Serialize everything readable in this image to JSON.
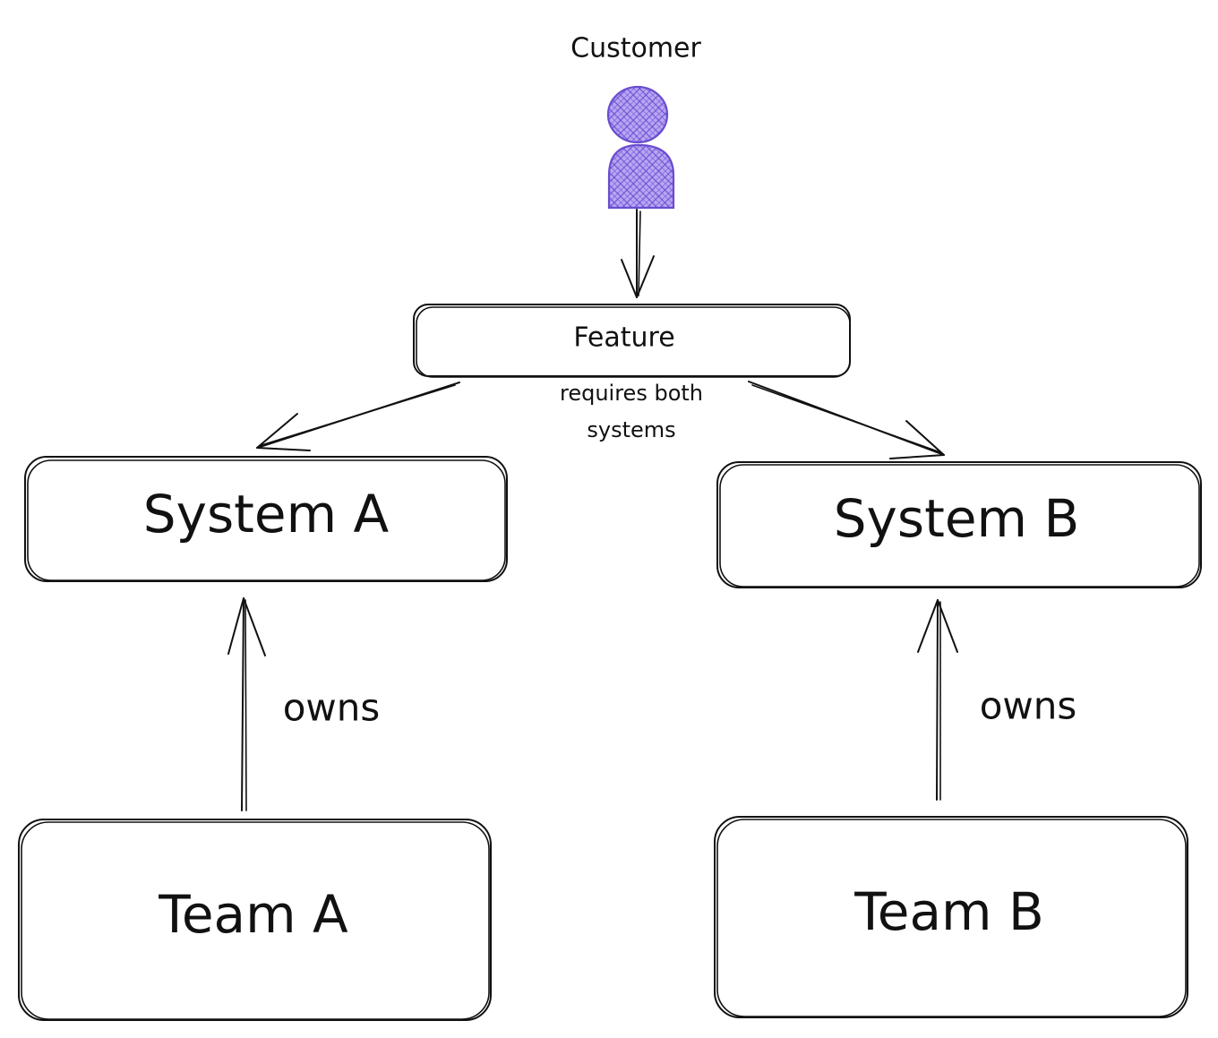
{
  "customer": {
    "label": "Customer"
  },
  "feature": {
    "label": "Feature",
    "note_line1": "requires both",
    "note_line2": "systems"
  },
  "systems": [
    {
      "label": "System A"
    },
    {
      "label": "System B"
    }
  ],
  "teams": [
    {
      "label": "Team A"
    },
    {
      "label": "Team B"
    }
  ],
  "edges": {
    "team_a_to_system_a": "owns",
    "team_b_to_system_b": "owns"
  },
  "colors": {
    "ink": "#111111",
    "person_fill": "#b8a6f2",
    "person_stroke": "#6a4cd0",
    "background": "#ffffff"
  }
}
